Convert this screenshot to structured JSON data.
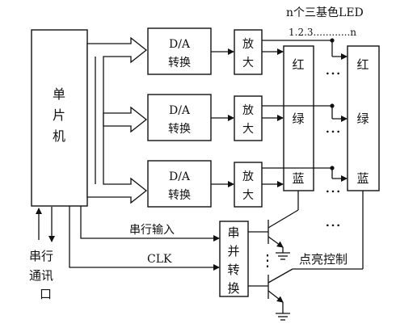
{
  "title_line1": "n个三基色LED",
  "title_line2": "1.2.3............n",
  "mcu": {
    "label_chars": [
      "单",
      "片",
      "机"
    ]
  },
  "dac_blocks": [
    {
      "line1": "D/A",
      "line2": "转换"
    },
    {
      "line1": "D/A",
      "line2": "转换"
    },
    {
      "line1": "D/A",
      "line2": "转换"
    }
  ],
  "amp_blocks": [
    {
      "line1": "放",
      "line2": "大"
    },
    {
      "line1": "放",
      "line2": "大"
    },
    {
      "line1": "放",
      "line2": "大"
    }
  ],
  "led_channels": [
    "红",
    "绿",
    "蓝"
  ],
  "serial_comm_label": [
    "串行",
    "通讯",
    "口"
  ],
  "serial_input_label": "串行输入",
  "clk_label": "CLK",
  "sp_converter_chars": [
    "串",
    "并",
    "转",
    "换"
  ],
  "light_control_label": "点亮控制",
  "ellipsis_h": "…",
  "ellipsis_v": "⋮"
}
